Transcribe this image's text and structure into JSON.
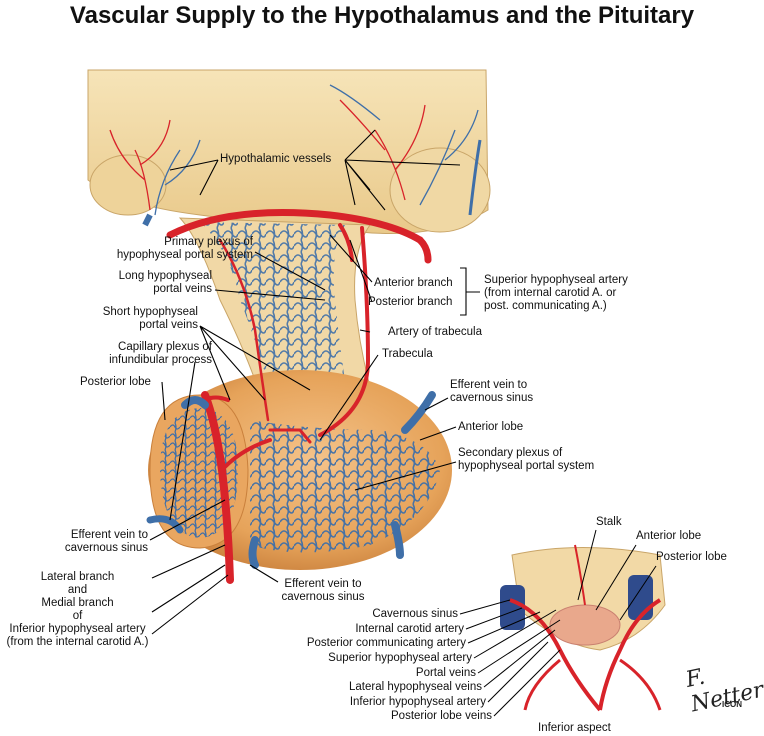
{
  "title": "Vascular Supply to the Hypothalamus and the Pituitary",
  "labels": {
    "hypothalamic_vessels": "Hypothalamic vessels",
    "primary_plexus": [
      "Primary plexus of",
      "hypophyseal portal system"
    ],
    "long_veins": [
      "Long hypophyseal",
      "portal veins"
    ],
    "short_veins": [
      "Short hypophyseal",
      "portal veins"
    ],
    "capillary_plexus": [
      "Capillary plexus of",
      "infundibular process"
    ],
    "posterior_lobe": "Posterior lobe",
    "anterior_branch": "Anterior branch",
    "posterior_branch": "Posterior branch",
    "superior_artery": [
      "Superior hypophyseal artery",
      "(from internal carotid A. or",
      "post. communicating A.)"
    ],
    "artery_trabecula": "Artery of trabecula",
    "trabecula": "Trabecula",
    "efferent_vein_right": [
      "Efferent vein to",
      "cavernous sinus"
    ],
    "anterior_lobe": "Anterior lobe",
    "secondary_plexus": [
      "Secondary plexus of",
      "hypophyseal portal system"
    ],
    "efferent_vein_left": [
      "Efferent vein to",
      "cavernous sinus"
    ],
    "lateral_medial": [
      "Lateral branch",
      "and",
      "Medial branch",
      "of",
      "Inferior hypophyseal artery",
      "(from the internal carotid A.)"
    ],
    "efferent_vein_bottom": [
      "Efferent vein to",
      "cavernous sinus"
    ]
  },
  "inset": {
    "stalk": "Stalk",
    "anterior_lobe": "Anterior lobe",
    "posterior_lobe": "Posterior lobe",
    "list": [
      "Cavernous sinus",
      "Internal carotid artery",
      "Posterior communicating artery",
      "Superior hypophyseal artery",
      "Portal veins",
      "Lateral hypophyseal veins",
      "Inferior hypophyseal artery",
      "Posterior lobe veins"
    ],
    "caption": "Inferior aspect"
  },
  "signature": {
    "name": "F. Netter",
    "sub": "ICON"
  },
  "colors": {
    "tissue": "#f2d9a0",
    "gland": "#e8a85c",
    "artery": "#d8232a",
    "vein": "#3f6fa8",
    "leader": "#000000"
  }
}
